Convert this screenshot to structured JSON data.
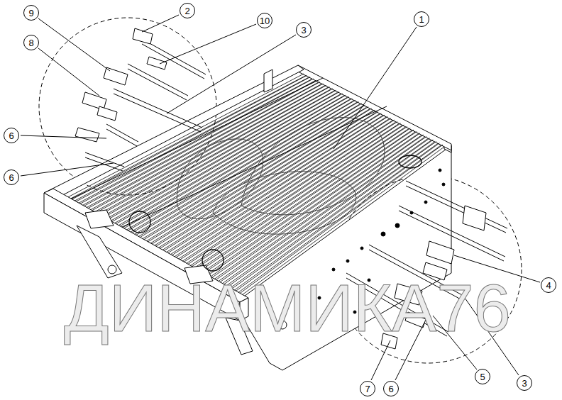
{
  "diagram": {
    "nodes": [
      {
        "text": [
          "9"
        ]
      },
      {
        "text": [
          "2"
        ]
      },
      {
        "text": [
          "10"
        ]
      },
      {
        "text": [
          "3"
        ]
      },
      {
        "text": [
          "1"
        ]
      },
      {
        "text": [
          "8"
        ]
      },
      {
        "text": [
          "6"
        ]
      },
      {
        "text": [
          "6"
        ]
      },
      {
        "text": [
          "4"
        ]
      },
      {
        "text": [
          "5"
        ]
      },
      {
        "text": [
          "3"
        ]
      },
      {
        "text": [
          "7"
        ]
      },
      {
        "text": [
          "6"
        ]
      }
    ],
    "labels": [
      "ДИНАМИКА76"
    ]
  }
}
